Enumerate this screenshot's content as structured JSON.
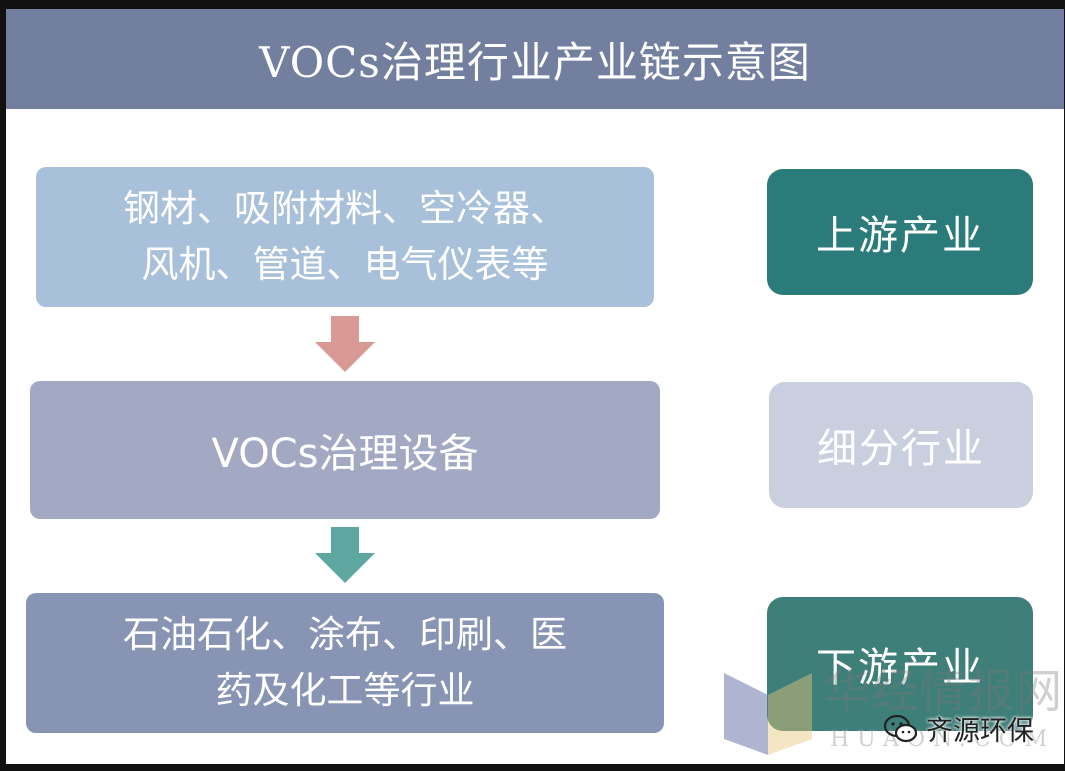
{
  "title": "VOCs治理行业产业链示意图",
  "chain": [
    {
      "text": "钢材、吸附材料、空冷器、风机、管道、电气仪表等",
      "line1": "钢材、吸附材料、空冷器、",
      "line2": "风机、管道、电气仪表等",
      "color": "#a8c0d9"
    },
    {
      "text": "VOCs治理设备",
      "color": "#a3a9c3"
    },
    {
      "text": "石油石化、涂布、印刷、医药及化工等行业",
      "line1": "石油石化、涂布、印刷、医",
      "line2": "药及化工等行业",
      "color": "#8794b4"
    }
  ],
  "tags": [
    {
      "label": "上游产业",
      "color": "#2b7b7b"
    },
    {
      "label": "细分行业",
      "color": "#c9cfdf"
    },
    {
      "label": "下游产业",
      "color": "#3f7f7a"
    }
  ],
  "arrows": [
    {
      "icon": "down-arrow-icon",
      "color": "#d99a96"
    },
    {
      "icon": "down-arrow-icon",
      "color": "#5ea6a0"
    }
  ],
  "watermark": {
    "brand": "华经情报网",
    "domain": "HUAON.COM",
    "account": "齐源环保",
    "account_icon": "wechat-icon"
  },
  "colors": {
    "title_bar": "#727f9f",
    "background": "#ffffff"
  }
}
